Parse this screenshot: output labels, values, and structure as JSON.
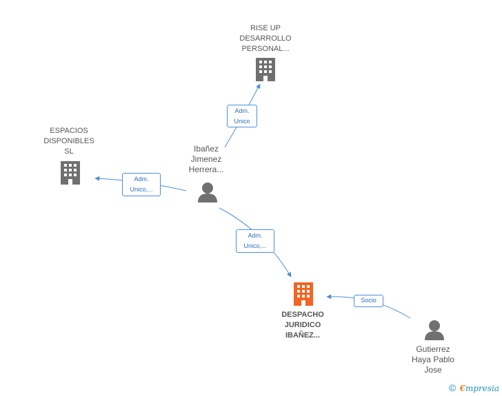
{
  "nodes": {
    "rise_up": {
      "lines": [
        "RISE UP",
        "DESARROLLO",
        "PERSONAL..."
      ]
    },
    "espacios": {
      "lines": [
        "ESPACIOS",
        "DISPONIBLES",
        "SL"
      ]
    },
    "despacho": {
      "lines": [
        "DESPACHO",
        "JURIDICO",
        "IBAÑEZ..."
      ]
    },
    "ibanez": {
      "lines": [
        "Ibañez",
        "Jimenez",
        "Herrera..."
      ]
    },
    "gutierrez": {
      "lines": [
        "Gutierrez",
        "Haya Pablo",
        "Jose"
      ]
    }
  },
  "edges": {
    "ibanez_rise": {
      "lines": [
        "Adm.",
        "Unico"
      ]
    },
    "ibanez_espacios": {
      "lines": [
        "Adm.",
        "Unico,..."
      ]
    },
    "ibanez_despacho": {
      "lines": [
        "Adm.",
        "Unico,..."
      ]
    },
    "gutierrez_despacho": {
      "lines": [
        "Socio"
      ]
    }
  },
  "footer": {
    "copyright": "©",
    "brand_initial": "€",
    "brand_rest": "mpresia"
  },
  "colors": {
    "company": "#707070",
    "main_company": "#f26522",
    "person": "#707070",
    "edge": "#4a8fd9"
  }
}
